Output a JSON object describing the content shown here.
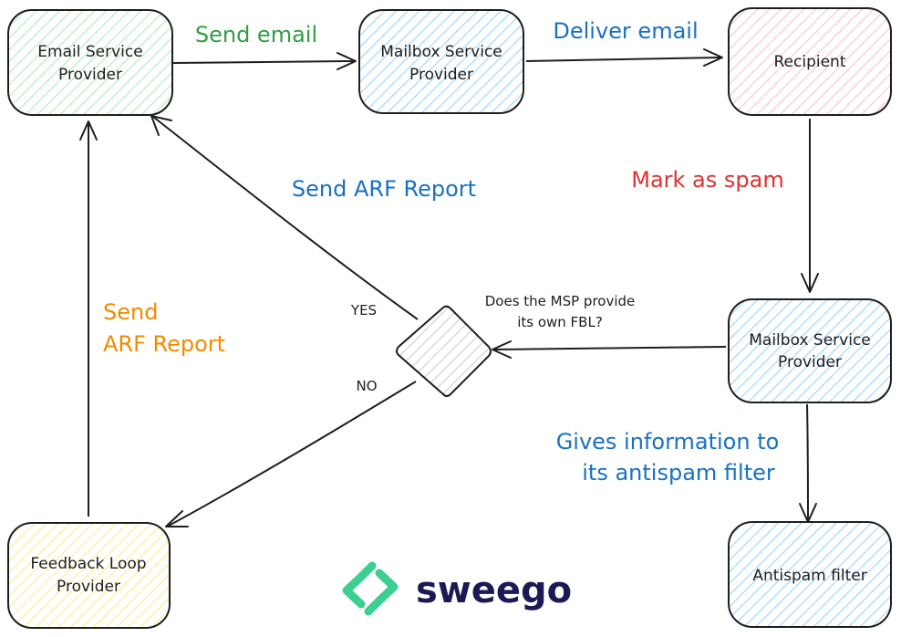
{
  "nodes": {
    "esp": {
      "line1": "Email Service",
      "line2": "Provider",
      "fill": "#b2f2bb"
    },
    "msp_top": {
      "line1": "Mailbox Service",
      "line2": "Provider",
      "fill": "#a5d8ff"
    },
    "recipient": {
      "line1": "Recipient",
      "fill": "#ffc9c9"
    },
    "msp_right": {
      "line1": "Mailbox Service",
      "line2": "Provider",
      "fill": "#a5d8ff"
    },
    "antispam": {
      "line1": "Antispam filter",
      "fill": "#a5d8ff"
    },
    "fbl": {
      "line1": "Feedback Loop",
      "line2": "Provider",
      "fill": "#ffec99"
    },
    "decision": {
      "line1": "Does the MSP provide",
      "line2": "its own FBL?",
      "fill": "#ced4da"
    }
  },
  "edges": {
    "send_email": {
      "label": "Send email",
      "color": "#2f9e44"
    },
    "deliver_email": {
      "label": "Deliver email",
      "color": "#1971c2"
    },
    "mark_spam": {
      "label": "Mark as spam",
      "color": "#e03131"
    },
    "send_arf_blue": {
      "label": "Send ARF Report",
      "color": "#1971c2"
    },
    "send_arf_orange": {
      "line1": "Send",
      "line2": "ARF Report",
      "color": "#f08c00"
    },
    "gives_info": {
      "line1": "Gives information to",
      "line2": "its antispam filter",
      "color": "#1971c2"
    },
    "yes": {
      "label": "YES"
    },
    "no": {
      "label": "NO"
    }
  },
  "brand": {
    "name": "sweego",
    "icon": "sweego-logo-icon",
    "text_color": "#1b1a55",
    "icon_color": "#3ccf91"
  }
}
